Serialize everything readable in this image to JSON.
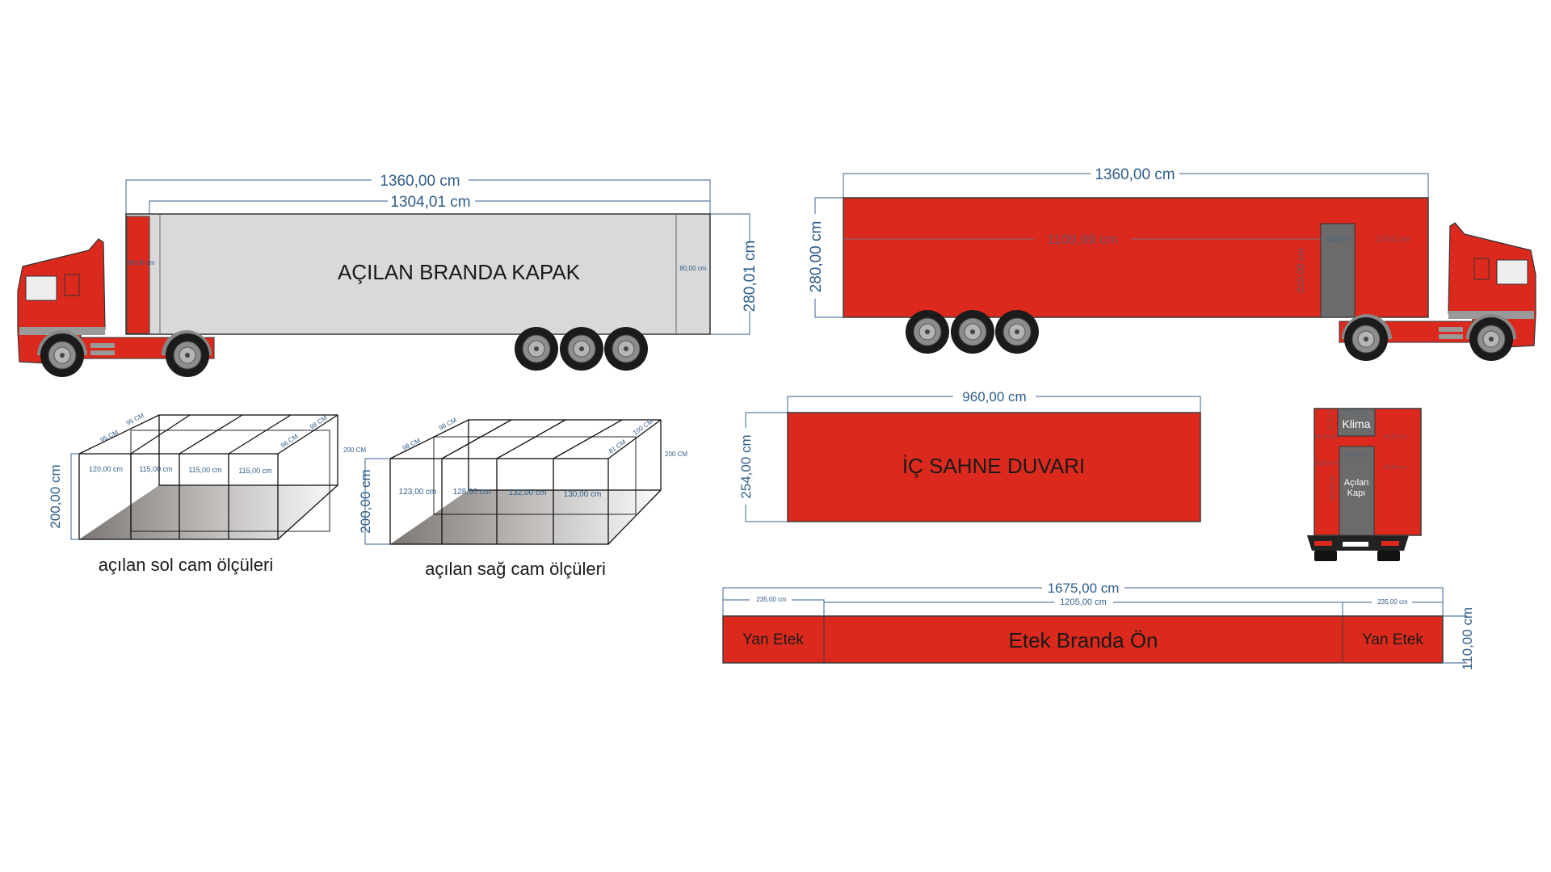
{
  "left_truck": {
    "total_length": "1360,00 cm",
    "body_length": "1304,01 cm",
    "height": "280,01 cm",
    "front_panel_width": "80,00 cm",
    "rear_panel_width": "80,00 cm",
    "title": "AÇILAN BRANDA KAPAK"
  },
  "right_truck": {
    "total_length": "1360,00 cm",
    "height": "280,00 cm",
    "door_offset": "1109,99 cm",
    "door_width": "66,00 cm",
    "door_to_end": "170,01 cm",
    "door_height": "220,00 cm"
  },
  "left_box": {
    "caption": "açılan sol cam ölçüleri",
    "height": "200,00 cm",
    "widths": [
      "120,00 cm",
      "115,00 cm",
      "115,00 cm",
      "115,00 cm"
    ],
    "depth_left_1": "95 CM",
    "depth_left_2": "95 CM",
    "depth_right_1": "96 CM",
    "depth_right_2": "98 CM",
    "back_height": "200 CM"
  },
  "right_box": {
    "caption": "açılan sağ cam ölçüleri",
    "height": "200,00 cm",
    "widths": [
      "123,00 cm",
      "128,00 cm",
      "132,00 cm",
      "130,00 cm"
    ],
    "depth_left_1": "98 CM",
    "depth_left_2": "98 CM",
    "depth_right_1": "81 CM",
    "depth_right_2": "100 CM",
    "back_height": "200 CM"
  },
  "stage_wall": {
    "title": "İÇ SAHNE DUVARI",
    "width": "960,00 cm",
    "height": "254,00 cm"
  },
  "rear_view": {
    "klima": "Klima",
    "door_line1": "Açılan",
    "door_line2": "Kapı",
    "klima_width": "66,00 cm",
    "klima_height": "60,00 cm",
    "side_top_left": "81,00 cm",
    "side_top_right": "81,00 cm",
    "door_width": "66,00 cm",
    "side_bottom_left": "82,50 cm",
    "side_bottom_right": "82,50 cm",
    "door_height": "199,98 cm"
  },
  "skirt": {
    "total": "1675,00 cm",
    "left_width": "235,00 cm",
    "center_width": "1205,00 cm",
    "right_width": "235,00 cm",
    "height": "110,00 cm",
    "left_label": "Yan Etek",
    "center_label": "Etek Branda Ön",
    "right_label": "Yan Etek"
  },
  "colors": {
    "red": "#db2a1d",
    "dimension": "#2f5d8a",
    "panel_grey": "#d9d9d9",
    "door_grey": "#6b6b6b"
  }
}
